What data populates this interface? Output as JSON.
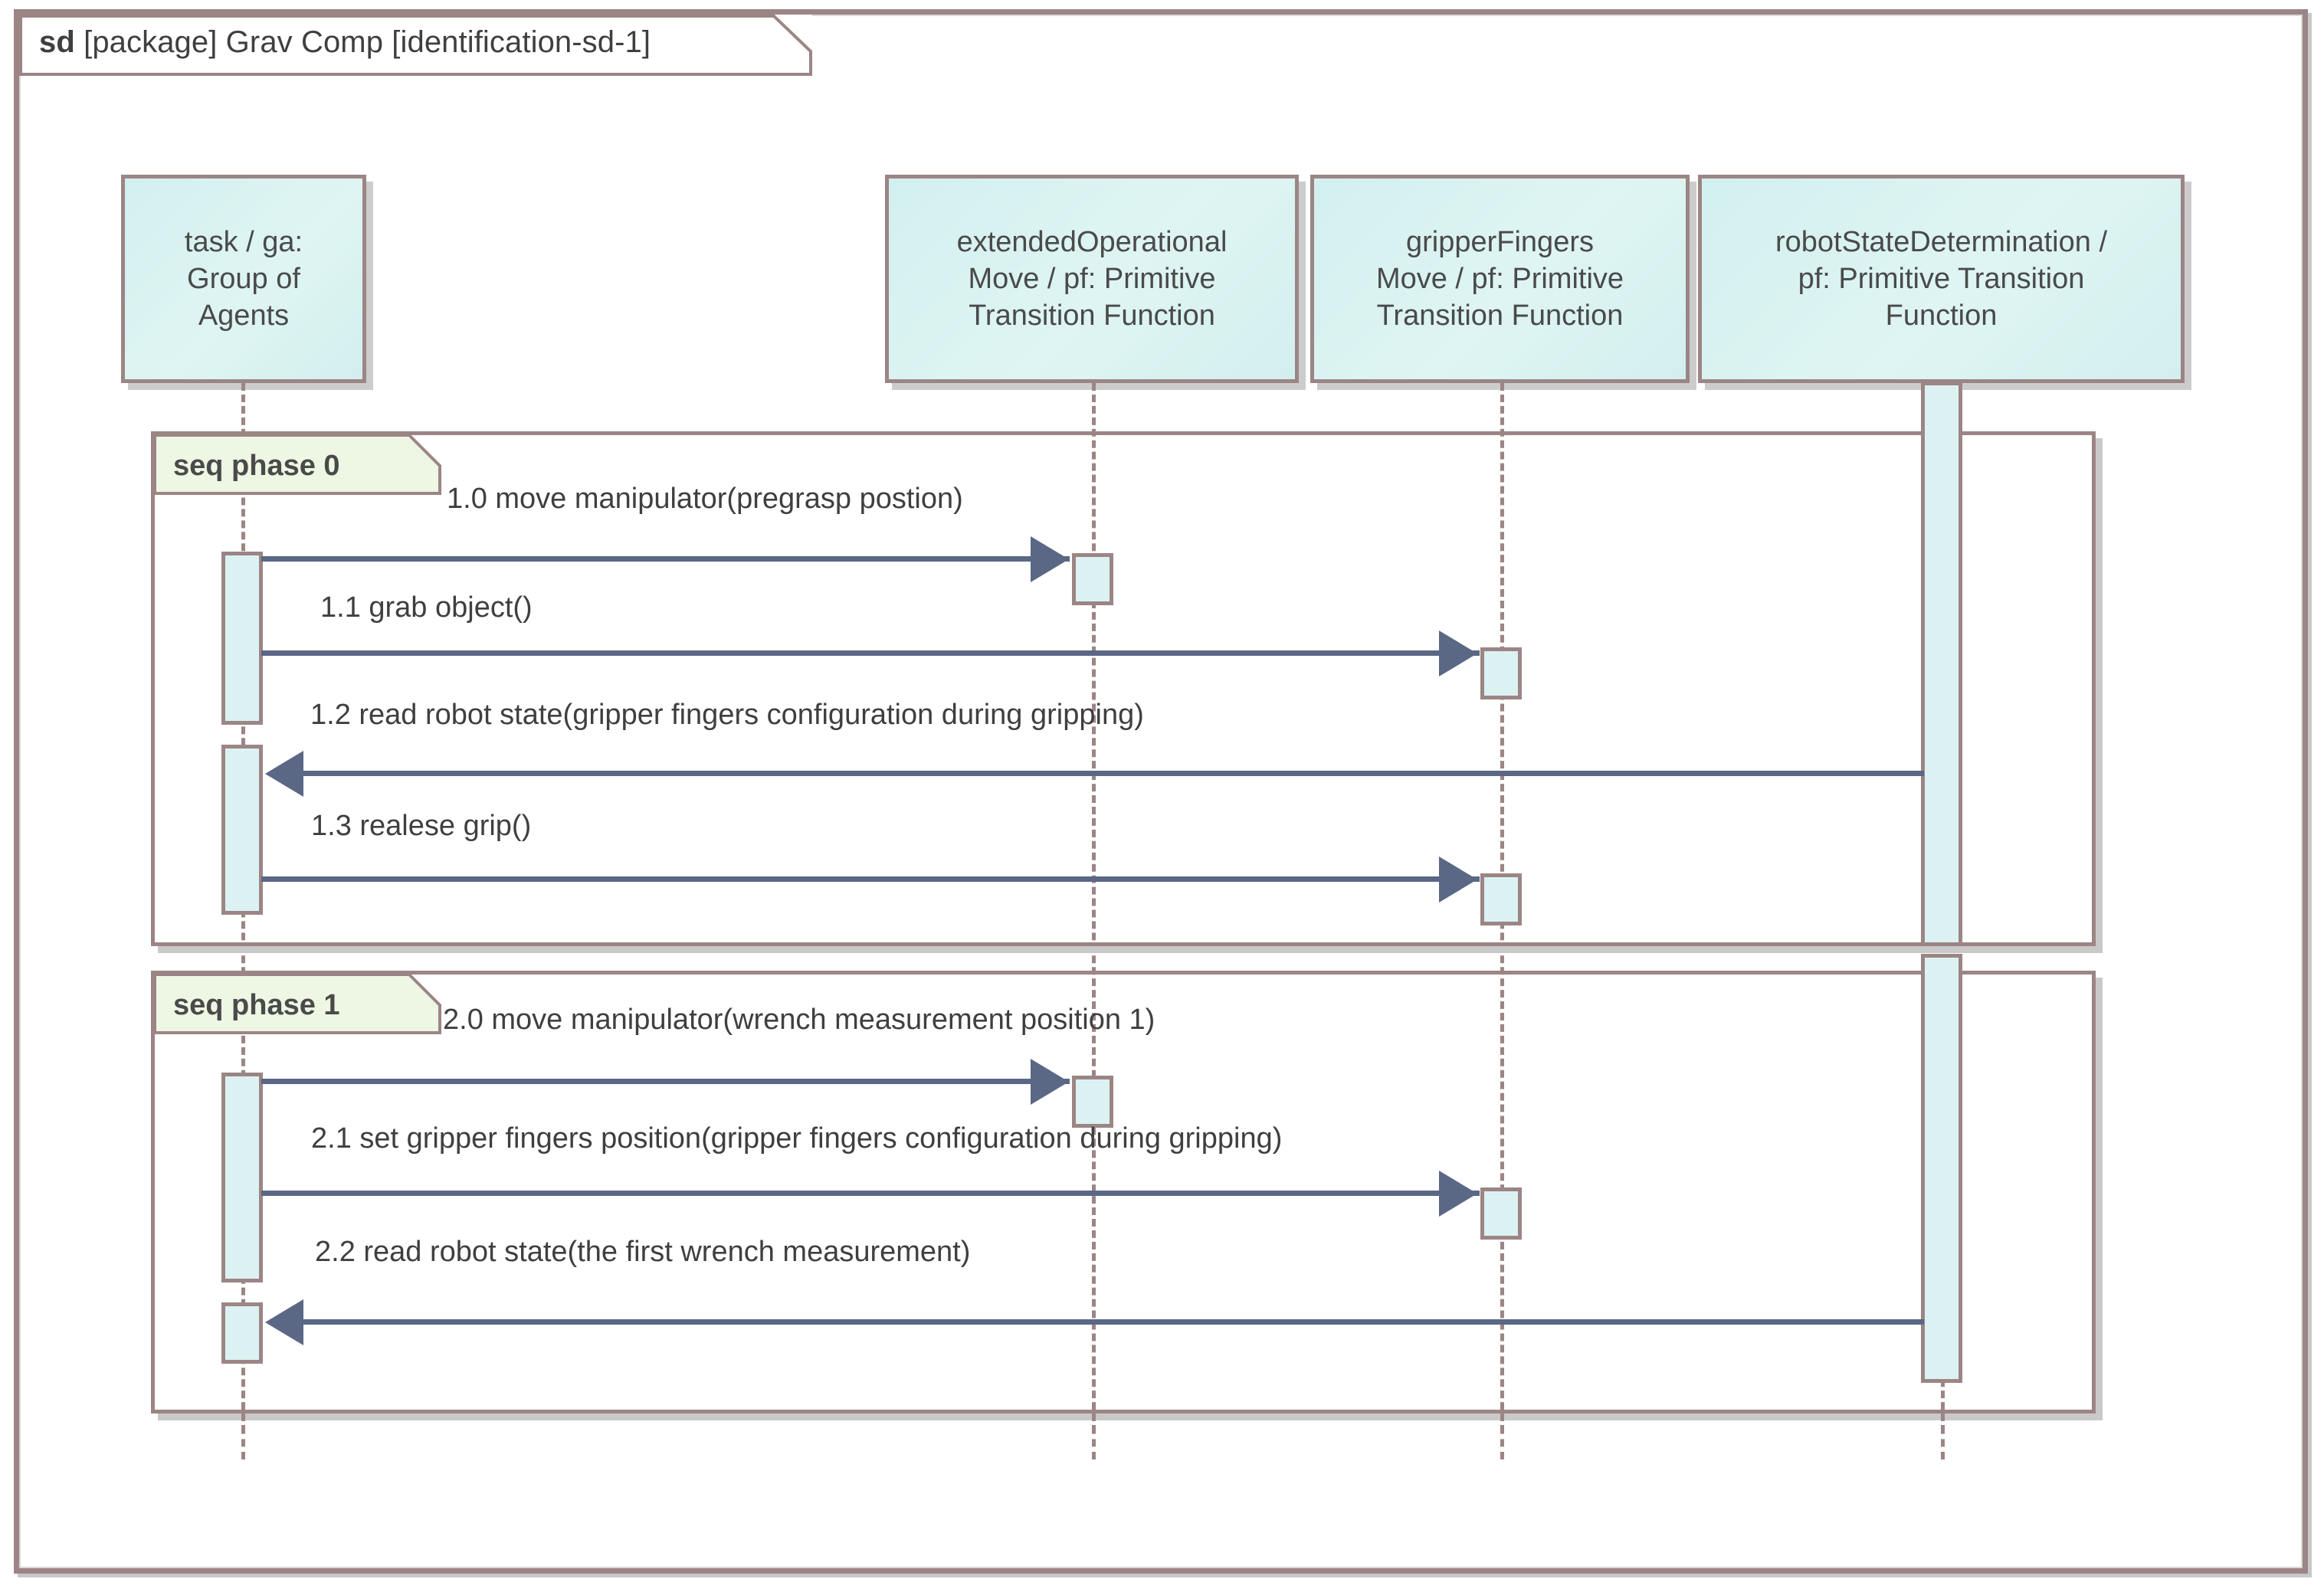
{
  "diagram": {
    "kind_keyword": "sd",
    "title": "[package] Grav Comp [identification-sd-1]",
    "type": "uml-sequence-diagram",
    "colors": {
      "frame_border": "#9c8585",
      "lifeline_fill": "#d8f2f0",
      "activation_fill": "#dcf2f2",
      "message_line": "#5a6785",
      "fragment_label_fill": "#edf7e3",
      "text": "#3f3f3f"
    }
  },
  "lifelines": [
    {
      "id": "ga",
      "label": "task / ga:\nGroup of\nAgents"
    },
    {
      "id": "eom",
      "label": "extendedOperational\nMove / pf: Primitive\nTransition Function"
    },
    {
      "id": "gfm",
      "label": "gripperFingers\nMove / pf: Primitive\nTransition Function"
    },
    {
      "id": "rsd",
      "label": "robotStateDetermination /\npf: Primitive Transition\nFunction"
    }
  ],
  "fragments": [
    {
      "operator": "seq",
      "label": "seq phase 0",
      "messages": [
        {
          "number": "1.0",
          "label": "1.0 move manipulator(pregrasp postion)",
          "from": "ga",
          "to": "eom",
          "direction": "right"
        },
        {
          "number": "1.1",
          "label": "1.1 grab object()",
          "from": "ga",
          "to": "gfm",
          "direction": "right"
        },
        {
          "number": "1.2",
          "label": "1.2 read robot state(gripper fingers configuration during gripping)",
          "from": "rsd",
          "to": "ga",
          "direction": "left"
        },
        {
          "number": "1.3",
          "label": "1.3 realese grip()",
          "from": "ga",
          "to": "gfm",
          "direction": "right"
        }
      ]
    },
    {
      "operator": "seq",
      "label": "seq phase 1",
      "messages": [
        {
          "number": "2.0",
          "label": "2.0 move manipulator(wrench measurement position 1)",
          "from": "ga",
          "to": "eom",
          "direction": "right"
        },
        {
          "number": "2.1",
          "label": "2.1 set gripper fingers position(gripper fingers configuration during gripping)",
          "from": "ga",
          "to": "gfm",
          "direction": "right"
        },
        {
          "number": "2.2",
          "label": "2.2 read robot state(the first wrench measurement)",
          "from": "rsd",
          "to": "ga",
          "direction": "left"
        }
      ]
    }
  ]
}
